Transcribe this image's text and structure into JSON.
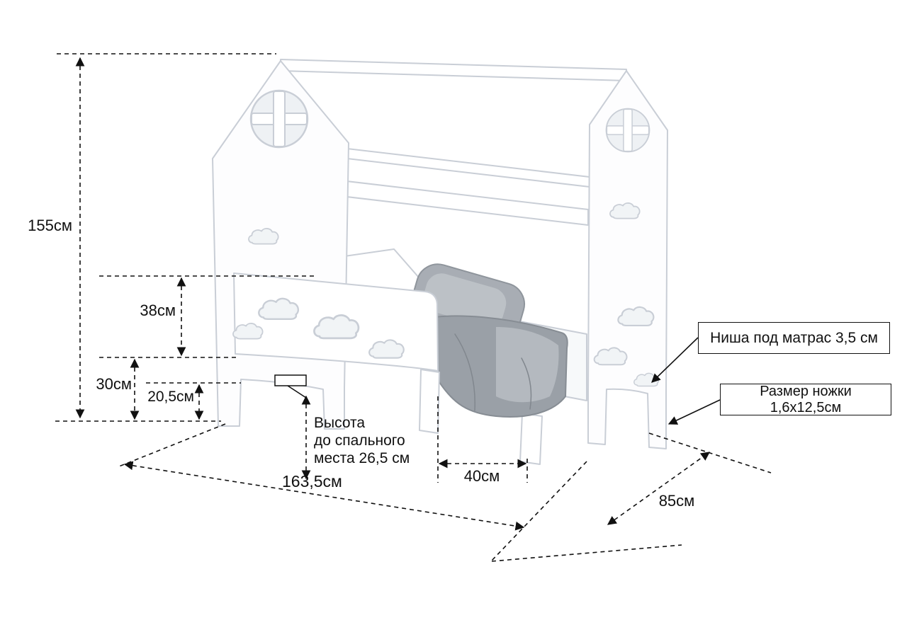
{
  "colors": {
    "dimension_line": "#111111",
    "bed_outline": "#c9ced6",
    "bedding_gray": "#9ba1a8",
    "background": "#ffffff"
  },
  "dimensions": {
    "total_height": "155см",
    "rail_height": "38см",
    "under_bed_clearance": "30см",
    "base_height": "20,5см",
    "sleep_surface_height": "Высота\nдо спального\nместа 26,5 см",
    "length": "163,5см",
    "entry_opening": "40см",
    "depth": "85см"
  },
  "callouts": {
    "mattress_niche": "Ниша под матрас 3,5 см",
    "leg_size": "Размер ножки 1,6х12,5см"
  }
}
